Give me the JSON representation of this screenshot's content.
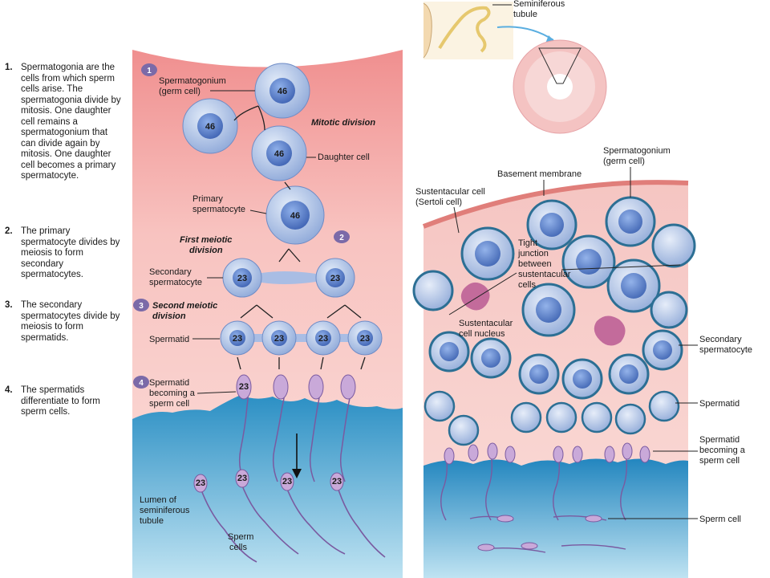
{
  "steps": [
    {
      "number": "1.",
      "text": "Spermatogonia are the cells from which sperm cells arise. The spermatogonia divide by mitosis. One daughter cell remains a spermatogonium that can divide again by mitosis. One daughter cell becomes a primary spermatocyte."
    },
    {
      "number": "2.",
      "text": "The primary spermatocyte divides by meiosis to form secondary spermatocytes."
    },
    {
      "number": "3.",
      "text": "The secondary spermatocytes divide by meiosis to form spermatids."
    },
    {
      "number": "4.",
      "text": "The spermatids differentiate to form sperm cells."
    }
  ],
  "left_panel": {
    "spermatogonium_label_1": "Spermatogonium",
    "spermatogonium_label_2": "(germ cell)",
    "mitotic_division": "Mitotic division",
    "daughter_cell": "Daughter cell",
    "primary_label_1": "Primary",
    "primary_label_2": "spermatocyte",
    "first_meiotic_1": "First meiotic",
    "first_meiotic_2": "division",
    "secondary_label_1": "Secondary",
    "secondary_label_2": "spermatocyte",
    "second_meiotic_1": "Second meiotic",
    "second_meiotic_2": "division",
    "spermatid": "Spermatid",
    "becoming_1": "Spermatid",
    "becoming_2": "becoming a",
    "becoming_3": "sperm cell",
    "lumen_1": "Lumen of",
    "lumen_2": "seminiferous",
    "lumen_3": "tubule",
    "sperm_1": "Sperm",
    "sperm_2": "cells",
    "chrom_46": "46",
    "chrom_23": "23",
    "step_badges": [
      "1",
      "2",
      "3",
      "4"
    ]
  },
  "right_panel": {
    "seminiferous_1": "Seminiferous",
    "seminiferous_2": "tubule",
    "spermatogonium_1": "Spermatogonium",
    "spermatogonium_2": "(germ cell)",
    "basement": "Basement membrane",
    "sustentacular_1": "Sustentacular cell",
    "sustentacular_2": "(Sertoli cell)",
    "tight_1": "Tight",
    "tight_2": "junction",
    "tight_3": "between",
    "tight_4": "sustentacular",
    "tight_5": "cells",
    "nucleus_1": "Sustentacular",
    "nucleus_2": "cell nucleus",
    "secondary_1": "Secondary",
    "secondary_2": "spermatocyte",
    "spermatid": "Spermatid",
    "becoming_1": "Spermatid",
    "becoming_2": "becoming a",
    "becoming_3": "sperm cell",
    "sperm_cell": "Sperm cell"
  },
  "colors": {
    "tissue_pink": "#f4b9b6",
    "lumen_blue": "#1f7fb3",
    "cell_blue": "#9fb7e0",
    "nucleus_blue": "#5d7fc9",
    "badge_purple": "#7b6aa8"
  }
}
